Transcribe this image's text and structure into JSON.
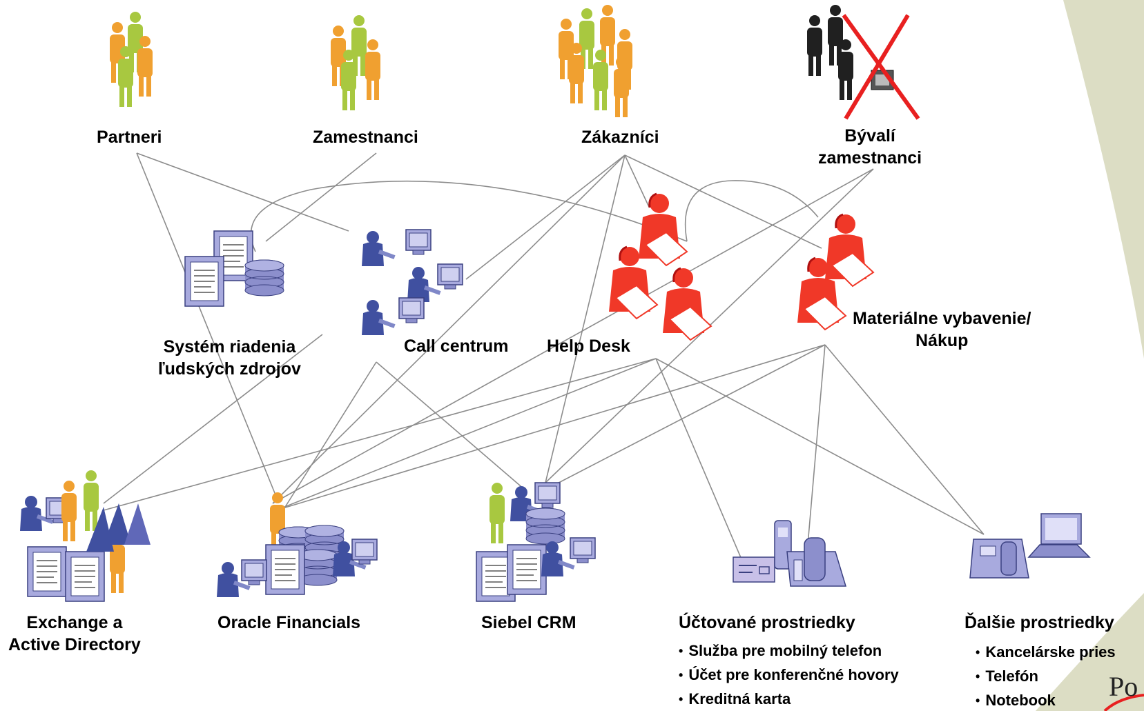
{
  "groups": {
    "partneri": "Partneri",
    "zamestnanci": "Zamestnanci",
    "zakaznici": "Zákazníci",
    "byvali_line1": "Bývalí",
    "byvali_line2": "zamestnanci"
  },
  "services": {
    "hr_line1": "Systém riadenia",
    "hr_line2": "ľudských zdrojov",
    "call": "Call centrum",
    "help": "Help Desk",
    "mat_line1": "Materiálne vybavenie/",
    "mat_line2": "Nákup"
  },
  "systems": {
    "exchange_line1": "Exchange a",
    "exchange_line2": "Active Directory",
    "oracle": "Oracle Financials",
    "siebel": "Siebel CRM"
  },
  "resources": {
    "billed": {
      "title": "Účtované prostriedky",
      "items": [
        "Služba pre mobilný telefon",
        "Účet pre konferenčné hovory",
        "Kreditná karta"
      ]
    },
    "other": {
      "title": "Ďalšie prostriedky",
      "items": [
        "Kancelárske pries",
        "Telefón",
        "Notebook"
      ]
    }
  },
  "logo_fragment": "Po",
  "colors": {
    "connector": "#8c8c8c",
    "people_orange": "#f0a030",
    "people_green": "#a8c840",
    "staff_red": "#f03828",
    "agent_blue": "#4050a0",
    "device_lavender": "#a8aade",
    "former_black": "#202020",
    "cross_red": "#e82020",
    "swoosh": "#dcddc4"
  }
}
